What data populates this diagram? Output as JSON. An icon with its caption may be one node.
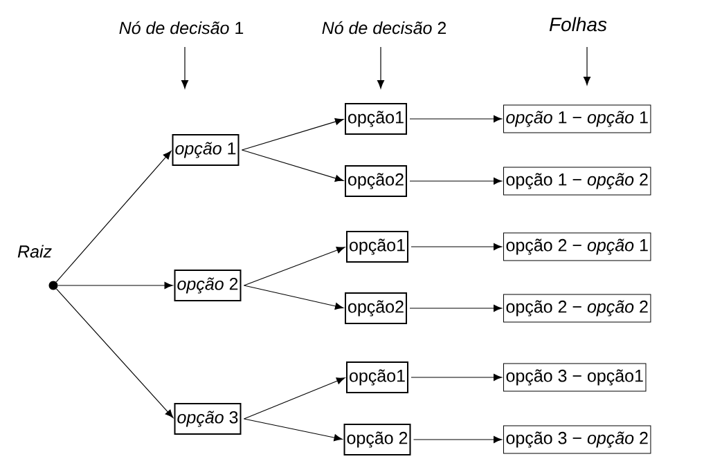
{
  "diagram": {
    "nodes": [
      {
        "text": [
          "*Nó de decisão* 1"
        ]
      },
      {
        "text": [
          "*Nó de decisão* 2"
        ]
      },
      {
        "text": [
          "*Folhas*"
        ]
      },
      {
        "text": [],
        "shape": "circle",
        "beside": [
          "*Raiz*"
        ]
      },
      {
        "text": [
          "*opção* 1"
        ]
      },
      {
        "text": [
          "*opção* 2"
        ]
      },
      {
        "text": [
          "*opção* 3"
        ]
      },
      {
        "text": [
          "opção1"
        ]
      },
      {
        "text": [
          "opção2"
        ]
      },
      {
        "text": [
          "opção1"
        ]
      },
      {
        "text": [
          "opção2"
        ]
      },
      {
        "text": [
          "opção1"
        ]
      },
      {
        "text": [
          "opção 2"
        ]
      },
      {
        "text": [
          "*opção* 1 − *opção* 1"
        ]
      },
      {
        "text": [
          "opção 1 − *opção* 2"
        ]
      },
      {
        "text": [
          "opção 2 − *opção* 1"
        ]
      },
      {
        "text": [
          "opção 2 − *opção* 2"
        ]
      },
      {
        "text": [
          "opção 3 − opção1"
        ]
      },
      {
        "text": [
          "opção 3 − *opção* 2"
        ]
      }
    ],
    "edges": [
      {
        "from": 0,
        "to": null,
        "arrow": "to"
      },
      {
        "from": 1,
        "to": null,
        "arrow": "to"
      },
      {
        "from": 2,
        "to": null,
        "arrow": "to"
      },
      {
        "from": 3,
        "to": 4,
        "arrow": "to"
      },
      {
        "from": 3,
        "to": 5,
        "arrow": "to"
      },
      {
        "from": 3,
        "to": 6,
        "arrow": "to"
      },
      {
        "from": 4,
        "to": 7,
        "arrow": "to"
      },
      {
        "from": 4,
        "to": 8,
        "arrow": "to"
      },
      {
        "from": 5,
        "to": 9,
        "arrow": "to"
      },
      {
        "from": 5,
        "to": 10,
        "arrow": "to"
      },
      {
        "from": 6,
        "to": 11,
        "arrow": "to"
      },
      {
        "from": 6,
        "to": 12,
        "arrow": "to"
      },
      {
        "from": 7,
        "to": 13,
        "arrow": "to"
      },
      {
        "from": 8,
        "to": 14,
        "arrow": "to"
      },
      {
        "from": 9,
        "to": 15,
        "arrow": "to"
      },
      {
        "from": 10,
        "to": 16,
        "arrow": "to"
      },
      {
        "from": 11,
        "to": 17,
        "arrow": "to"
      },
      {
        "from": 12,
        "to": 18,
        "arrow": "to"
      }
    ]
  }
}
